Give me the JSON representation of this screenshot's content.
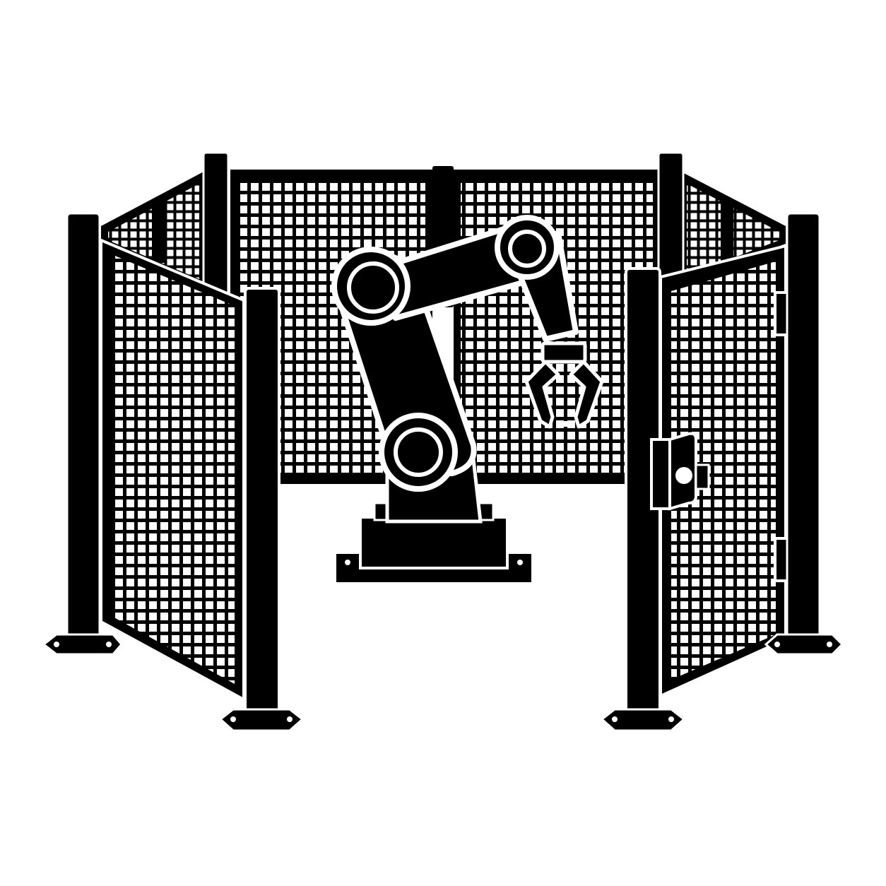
{
  "illustration": {
    "subject": "robot-arm-safety-cell-icon",
    "style": "black-silhouette-on-white",
    "colors": {
      "ink": "#000000",
      "background": "#ffffff",
      "highlight": "#ffffff"
    },
    "elements": [
      "back-left-fence-panel",
      "back-center-left-fence-panel",
      "back-center-right-fence-panel",
      "back-right-fence-panel",
      "front-left-fence-panel",
      "front-right-gate-panel",
      "fence-posts",
      "robot-arm",
      "gripper",
      "gate-latch",
      "gate-hinges"
    ]
  }
}
